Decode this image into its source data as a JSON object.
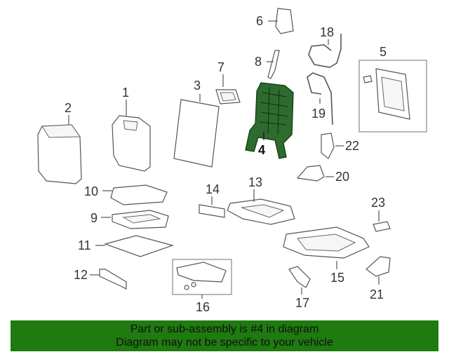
{
  "diagram": {
    "highlight_color": "#2e6b2e",
    "callouts": [
      {
        "id": "1",
        "label": "1"
      },
      {
        "id": "2",
        "label": "2"
      },
      {
        "id": "3",
        "label": "3"
      },
      {
        "id": "4",
        "label": "4"
      },
      {
        "id": "5",
        "label": "5"
      },
      {
        "id": "6",
        "label": "6"
      },
      {
        "id": "7",
        "label": "7"
      },
      {
        "id": "8",
        "label": "8"
      },
      {
        "id": "9",
        "label": "9"
      },
      {
        "id": "10",
        "label": "10"
      },
      {
        "id": "11",
        "label": "11"
      },
      {
        "id": "12",
        "label": "12"
      },
      {
        "id": "13",
        "label": "13"
      },
      {
        "id": "14",
        "label": "14"
      },
      {
        "id": "15",
        "label": "15"
      },
      {
        "id": "16",
        "label": "16"
      },
      {
        "id": "17",
        "label": "17"
      },
      {
        "id": "18",
        "label": "18"
      },
      {
        "id": "19",
        "label": "19"
      },
      {
        "id": "20",
        "label": "20"
      },
      {
        "id": "21",
        "label": "21"
      },
      {
        "id": "22",
        "label": "22"
      },
      {
        "id": "23",
        "label": "23"
      }
    ]
  },
  "banner": {
    "background": "#1f7a0f",
    "line1": "Part or sub-assembly is #4 in diagram",
    "line2": "Diagram may not be specific to your vehicle"
  }
}
